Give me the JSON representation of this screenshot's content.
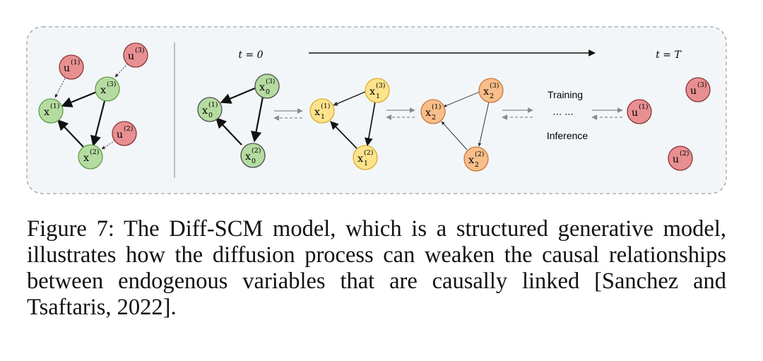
{
  "colors": {
    "green_fill": "#b5dca0",
    "green_stroke": "#5f9d4c",
    "red_fill": "#e88f92",
    "red_stroke": "#8a3438",
    "yellow_fill": "#fde38c",
    "yellow_stroke": "#d7ad2d",
    "orange_fill": "#f9be89",
    "orange_stroke": "#c7773f",
    "panel_bg": "#f3f6f8",
    "panel_border": "#9aa3a8"
  },
  "left_graph": {
    "x1": "x",
    "x1_sup": "(1)",
    "x2": "x",
    "x2_sup": "(2)",
    "x3": "x",
    "x3_sup": "(3)",
    "u1": "u",
    "u1_sup": "(1)",
    "u2": "u",
    "u2_sup": "(2)",
    "u3": "u",
    "u3_sup": "(3)"
  },
  "diffusion": {
    "t_start": "t = 0",
    "t_end": "t = T",
    "training_label": "Training",
    "inference_label": "Inference",
    "ellipsis": "⋯ ⋯",
    "step0": {
      "sub": "0"
    },
    "step1": {
      "sub": "1"
    },
    "step2": {
      "sub": "2"
    },
    "node_sups": {
      "n1": "(1)",
      "n2": "(2)",
      "n3": "(3)"
    },
    "u_var": "u",
    "u_sups": {
      "u1": "(1)",
      "u2": "(2)",
      "u3": "(3)"
    }
  },
  "caption": "Figure 7: The Diff-SCM model, which is a structured generative model, illustrates how the diffusion process can weaken the causal relationships between endogenous variables that are causally linked [Sanchez and Tsaftaris, 2022]."
}
